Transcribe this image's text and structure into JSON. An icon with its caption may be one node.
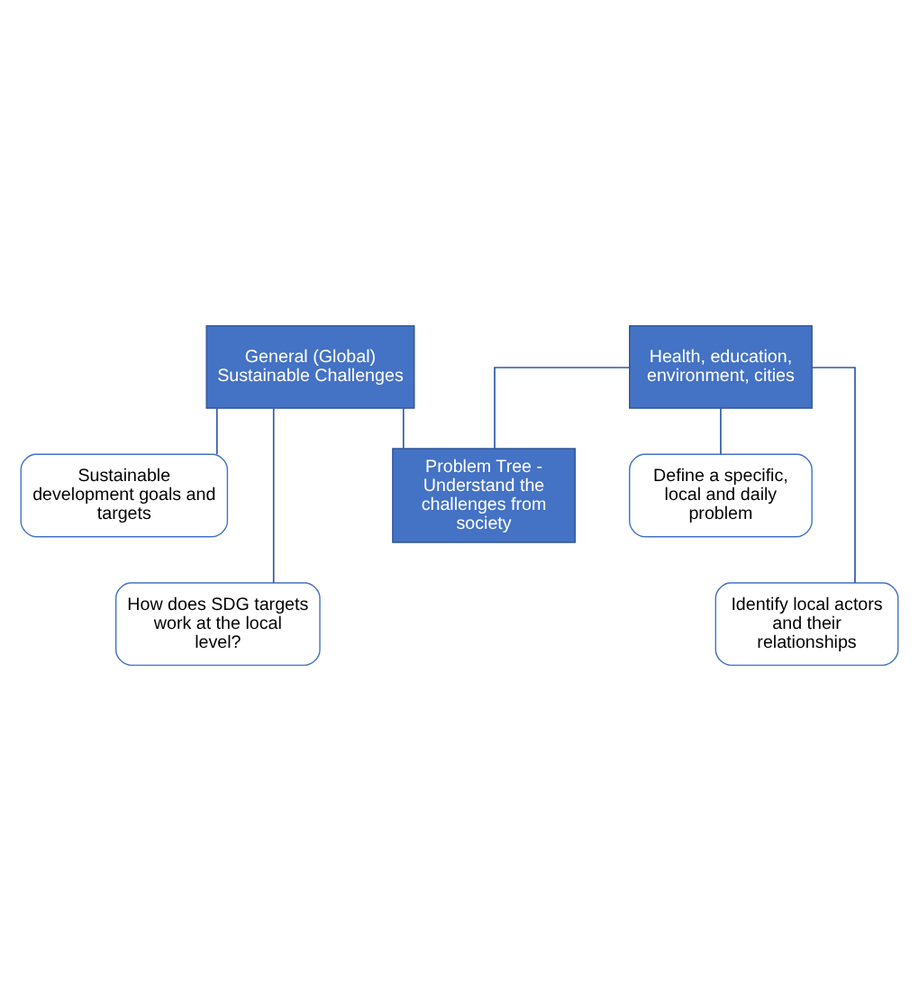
{
  "diagram": {
    "nodes": [
      {
        "text": [
          "General (Global) Sustainable Challenges"
        ]
      },
      {
        "text": [
          "Health, education, environment, cities"
        ]
      },
      {
        "text": [
          "Sustainable development goals and targets"
        ]
      },
      {
        "text": [
          "How does SDG targets work at the local level?"
        ]
      },
      {
        "text": [
          "Define a specific, local and daily problem"
        ]
      },
      {
        "text": [
          "Identify local actors and their relationships"
        ]
      },
      {
        "text": [
          "Problem Tree - Understand the challenges from society"
        ]
      }
    ],
    "edges": [
      {
        "from": 0,
        "to": 2,
        "arrow": "none"
      },
      {
        "from": 0,
        "to": 3,
        "arrow": "none"
      },
      {
        "from": 0,
        "to": 6,
        "arrow": "none"
      },
      {
        "from": 1,
        "to": 4,
        "arrow": "none"
      },
      {
        "from": 1,
        "to": 5,
        "arrow": "none"
      },
      {
        "from": 1,
        "to": 6,
        "arrow": "none"
      }
    ]
  }
}
